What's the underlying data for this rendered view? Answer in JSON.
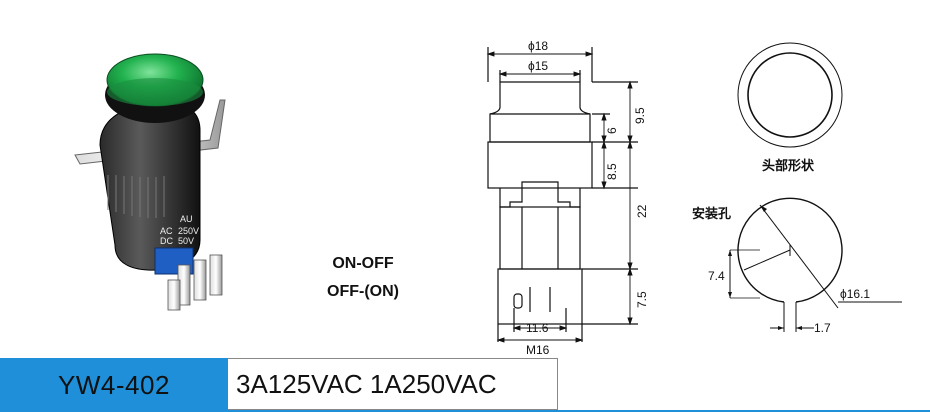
{
  "product": {
    "model": "YW4-402",
    "rating": "3A125VAC 1A250VAC",
    "photo_marking_lines": [
      "AC",
      "DC"
    ],
    "photo_marking_values": [
      "250V",
      "50V"
    ],
    "photo_brand": "AU"
  },
  "modes": [
    "ON-OFF",
    "OFF-(ON)"
  ],
  "front_view": {
    "dim_outer_dia": "ϕ18",
    "dim_inner_dia": "ϕ15",
    "dim_head_height": "9.5",
    "dim_cap": "6",
    "dim_collar": "8.5",
    "dim_body": "22",
    "dim_terminal": "7.5",
    "dim_pin_spacing": "11.6",
    "dim_thread": "M16"
  },
  "head_shape": {
    "label": "头部形状"
  },
  "mounting_hole": {
    "label": "安装孔",
    "dim_diameter": "ϕ16.1",
    "dim_flat": "7.4",
    "dim_key": "1.7"
  },
  "colors": {
    "accent": "#1e8fd8",
    "lens": "#1fa84a",
    "body": "#111111"
  }
}
